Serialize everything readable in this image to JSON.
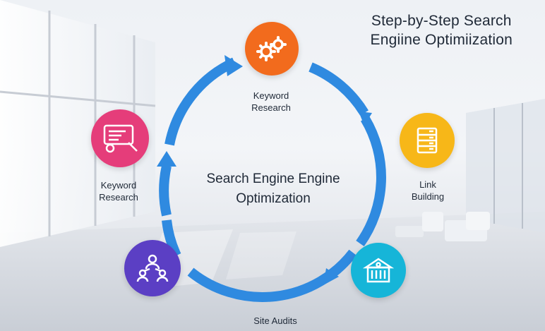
{
  "title": {
    "line1": "Step-by-Step Search",
    "line2": "Engiine Optimiization"
  },
  "center": {
    "line1": "Search Engine Engine",
    "line2": "Optimization"
  },
  "nodes": {
    "top": {
      "line1": "Keyword",
      "line2": "Research",
      "icon": "gears-icon",
      "color": "#f26b1d"
    },
    "left": {
      "line1": "Keyword",
      "line2": "Research",
      "icon": "checklist-icon",
      "color": "#e53d7a"
    },
    "right": {
      "line1": "Link",
      "line2": "Building",
      "icon": "server-list-icon",
      "color": "#f7b718"
    },
    "bottom": {
      "line1": "Site Audits",
      "icon": "building-icon",
      "color": "#16b5d8"
    },
    "bottom_left": {
      "icon": "team-network-icon",
      "color": "#5b3fc4"
    }
  },
  "colors": {
    "ring": "#2f8ae0",
    "text": "#1f2937"
  }
}
